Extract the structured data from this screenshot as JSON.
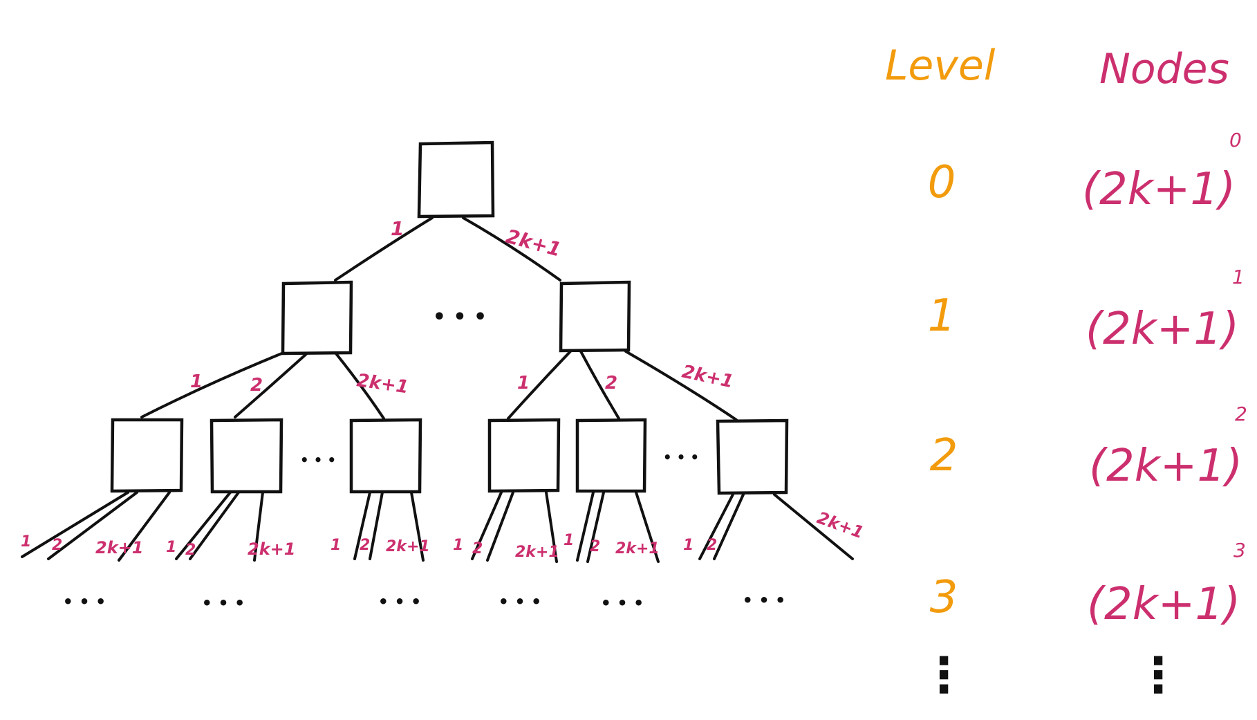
{
  "colors": {
    "ink": "#111111",
    "label": "#cc2f6e",
    "level": "#f29b0c",
    "nodes": "#cc2f6e"
  },
  "table": {
    "level_header": "Level",
    "nodes_header": "Nodes",
    "rows": [
      {
        "level": "0",
        "base": "(2k+1)",
        "exponent": "0"
      },
      {
        "level": "1",
        "base": "(2k+1)",
        "exponent": "1"
      },
      {
        "level": "2",
        "base": "(2k+1)",
        "exponent": "2"
      },
      {
        "level": "3",
        "base": "(2k+1)",
        "exponent": "3"
      }
    ],
    "continuation": "⋮"
  },
  "tree": {
    "ellipsis": "• • •",
    "ellipsis_small": "• • •",
    "root_edge_labels": [
      "1",
      "2k+1"
    ],
    "level1_left_edge_labels": [
      "1",
      "2",
      "2k+1"
    ],
    "level1_right_edge_labels": [
      "1",
      "2",
      "2k+1"
    ],
    "leaf_edge_labels": [
      [
        "1",
        "2",
        "2k+1"
      ],
      [
        "1",
        "2",
        "2k+1"
      ],
      [
        "1",
        "2",
        "2k+1"
      ],
      [
        "1",
        "2",
        "2k+1"
      ],
      [
        "1",
        "2",
        "2k+1"
      ],
      [
        "1",
        "2",
        "2k+1"
      ]
    ]
  }
}
